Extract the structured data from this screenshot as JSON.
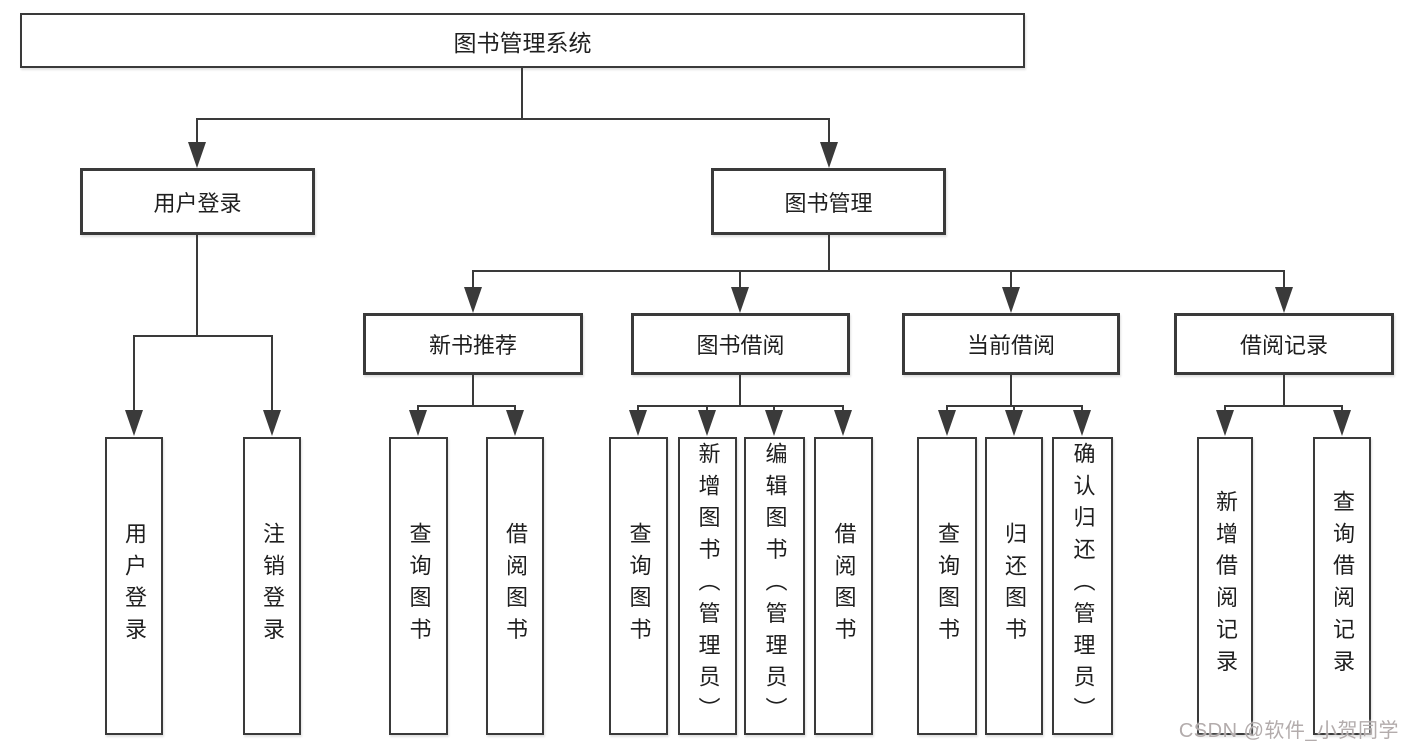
{
  "diagram": {
    "root": {
      "label": "图书管理系统"
    },
    "branches": [
      {
        "label": "用户登录",
        "children": [
          {
            "label": "用户登录"
          },
          {
            "label": "注销登录"
          }
        ]
      },
      {
        "label": "图书管理",
        "children": [
          {
            "label": "新书推荐",
            "children": [
              {
                "label": "查询图书"
              },
              {
                "label": "借阅图书"
              }
            ]
          },
          {
            "label": "图书借阅",
            "children": [
              {
                "label": "查询图书"
              },
              {
                "label": "新增图书（管理员）"
              },
              {
                "label": "编辑图书（管理员）"
              },
              {
                "label": "借阅图书"
              }
            ]
          },
          {
            "label": "当前借阅",
            "children": [
              {
                "label": "查询图书"
              },
              {
                "label": "归还图书"
              },
              {
                "label": "确认归还（管理员）"
              }
            ]
          },
          {
            "label": "借阅记录",
            "children": [
              {
                "label": "新增借阅记录"
              },
              {
                "label": "查询借阅记录"
              }
            ]
          }
        ]
      }
    ]
  },
  "watermark": {
    "text": "CSDN @软件_小贺同学"
  },
  "colors": {
    "line": "#3a3a3a",
    "box_border": "#3a3a3a",
    "text": "#1f1f1f",
    "background": "#ffffff",
    "watermark": "#b3acac"
  }
}
